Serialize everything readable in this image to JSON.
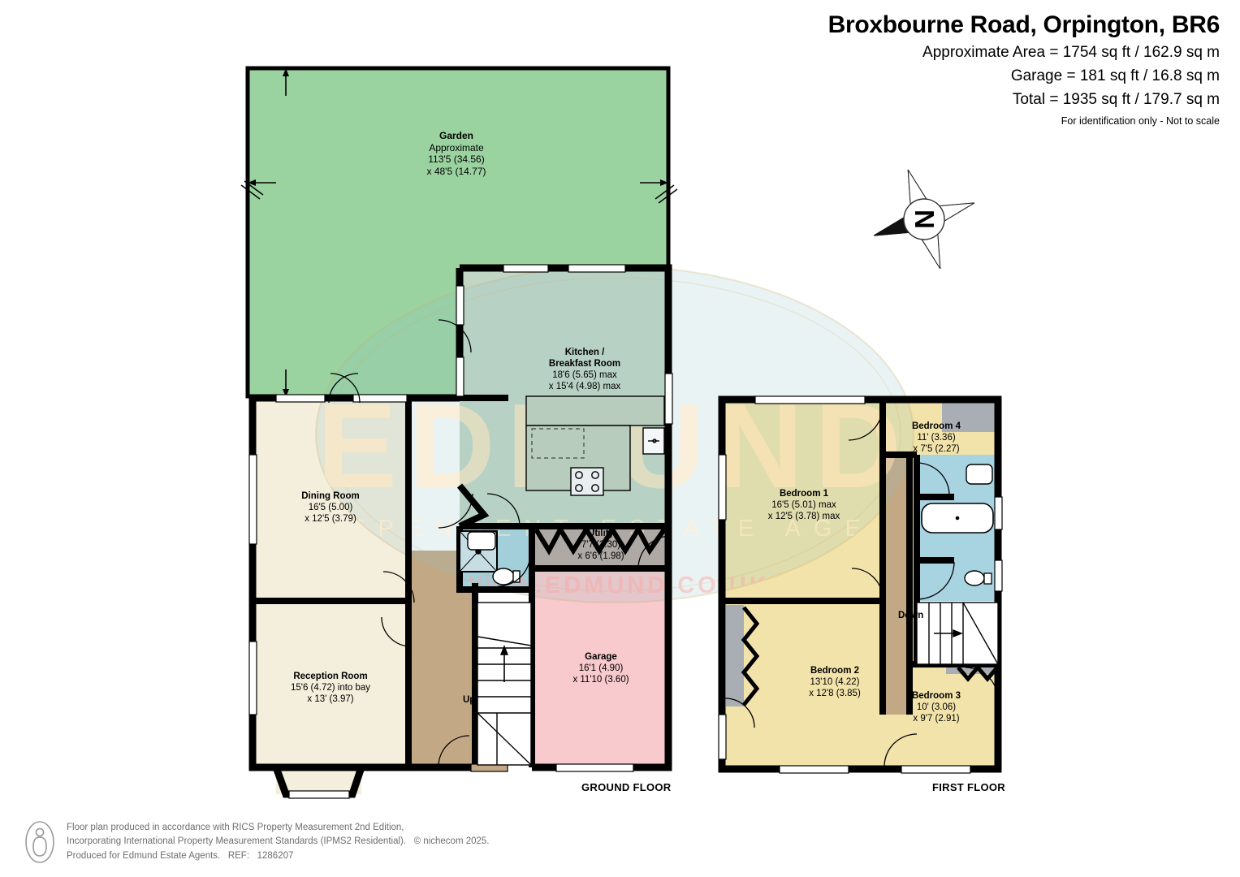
{
  "header": {
    "title": "Broxbourne Road, Orpington, BR6",
    "area_lines": [
      "Approximate Area = 1754 sq ft / 162.9 sq m",
      "Garage = 181 sq ft / 16.8 sq m",
      "Total = 1935 sq ft / 179.7 sq m"
    ],
    "notice": "For identification only - Not to scale"
  },
  "compass": {
    "label": "N",
    "name": "compass-rose"
  },
  "watermark": {
    "brand": "EDMUND",
    "tagline": "INDEPENDENT ESTATE AGENTS",
    "url": "WWW.EDMUND.CO.UK",
    "brand_color": "#f6e2bd",
    "url_color": "#e8a9a6"
  },
  "floors": [
    {
      "id": "ground",
      "label": "GROUND FLOOR"
    },
    {
      "id": "first",
      "label": "FIRST FLOOR"
    }
  ],
  "rooms": {
    "garden": {
      "name": "Garden",
      "l2": "Approximate",
      "l3": "113'5 (34.56)",
      "l4": "x 48'5 (14.77)",
      "color": "#9bd3a0"
    },
    "kitchen": {
      "name": "Kitchen /",
      "l2": "Breakfast Room",
      "l3": "18'6 (5.65) max",
      "l4": "x 15'4 (4.98) max",
      "color": "#c2d6c6"
    },
    "dining": {
      "name": "Dining Room",
      "l3": "16'5 (5.00)",
      "l4": "x 12'5 (3.79)",
      "color": "#f4eedc"
    },
    "reception": {
      "name": "Reception Room",
      "l3": "15'6 (4.72) into bay",
      "l4": "x 13' (3.97)",
      "color": "#f4eedc"
    },
    "utility": {
      "name": "Utility",
      "l3": "7'7 (2.30)",
      "l4": "x 6'6 (1.98)",
      "color": "#b7a49e"
    },
    "garage": {
      "name": "Garage",
      "l3": "16'1 (4.90)",
      "l4": "x 11'10 (3.60)",
      "color": "#f8c9cd"
    },
    "bedroom1": {
      "name": "Bedroom 1",
      "l3": "16'5 (5.01) max",
      "l4": "x 12'5 (3.78) max",
      "color": "#f2e3aa"
    },
    "bedroom2": {
      "name": "Bedroom 2",
      "l3": "13'10 (4.22)",
      "l4": "x 12'8 (3.85)",
      "color": "#f2e3aa"
    },
    "bedroom3": {
      "name": "Bedroom 3",
      "l3": "10' (3.06)",
      "l4": "x 9'7 (2.91)",
      "color": "#f2e3aa"
    },
    "bedroom4": {
      "name": "Bedroom 4",
      "l3": "11' (3.36)",
      "l4": "x 7'5 (2.27)",
      "color": "#f2e3aa"
    }
  },
  "stairs": {
    "up": "Up",
    "down": "Down"
  },
  "palette": {
    "garden": "#9bd3a0",
    "kitchen": "#c2d6c6",
    "reception": "#f4eedc",
    "hall": "#c3a886",
    "utility": "#b7a49e",
    "garage": "#f8c9cd",
    "bathroom": "#a8d3e0",
    "bedroom": "#f2e3aa",
    "wall": "#000000",
    "cupboard": "#a9aeb5"
  },
  "footer": {
    "line1": "Floor plan produced in accordance with RICS Property Measurement 2nd Edition,",
    "line2": "Incorporating International Property Measurement Standards (IPMS2 Residential).",
    "copyright": "© nichecom 2025.",
    "line3": "Produced for Edmund Estate Agents.",
    "ref_label": "REF:",
    "ref_value": "1286207"
  }
}
